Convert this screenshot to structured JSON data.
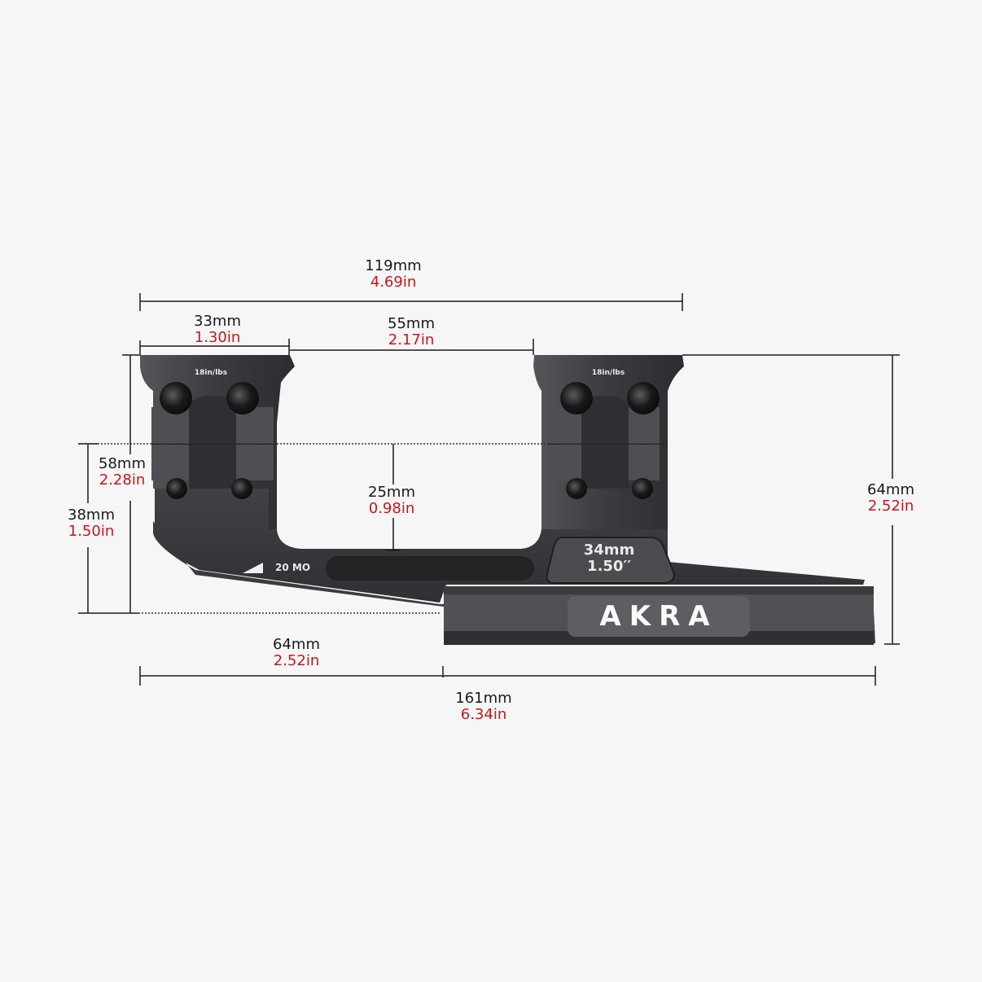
{
  "product": {
    "brand": "AKRA",
    "torque_marking_left": "18in/lbs",
    "torque_marking_right": "18in/lbs",
    "cant_marking": "20 MO",
    "ring_size_badge": {
      "mm": "34mm",
      "inch": "1.50′′"
    }
  },
  "colors": {
    "background": "#f6f6f6",
    "metric_text": "#1a1a1a",
    "imperial_text": "#c8161d",
    "mount_body": "#3d3e41",
    "dimension_lines": "#1a1a1a"
  },
  "dimensions": {
    "ring_span": {
      "mm": "119mm",
      "inch": "4.69in"
    },
    "ring_width": {
      "mm": "33mm",
      "inch": "1.30in"
    },
    "ring_gap": {
      "mm": "55mm",
      "inch": "2.17in"
    },
    "bore_to_saddle": {
      "mm": "25mm",
      "inch": "0.98in"
    },
    "total_height_left": {
      "mm": "58mm",
      "inch": "2.28in"
    },
    "center_height": {
      "mm": "38mm",
      "inch": "1.50in"
    },
    "total_height_right": {
      "mm": "64mm",
      "inch": "2.52in"
    },
    "cantilever_offset": {
      "mm": "64mm",
      "inch": "2.52in"
    },
    "overall_length": {
      "mm": "161mm",
      "inch": "6.34in"
    }
  }
}
